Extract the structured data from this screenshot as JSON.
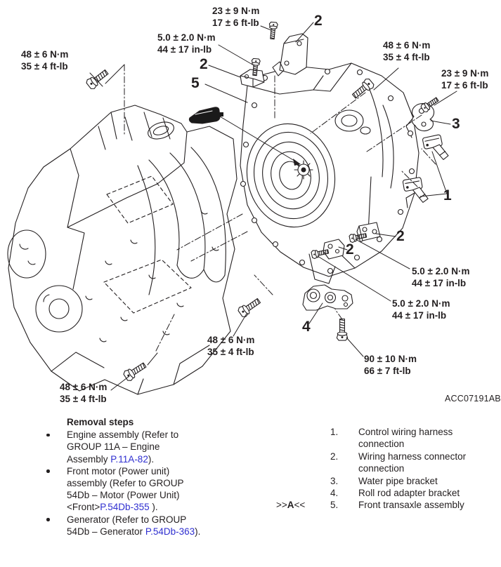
{
  "figure": {
    "code": "ACC07191AB",
    "torque_labels": [
      {
        "id": "top-center",
        "line1": "23 ± 9 N·m",
        "line2": "17 ± 6 ft-lb"
      },
      {
        "id": "upper-left-inner",
        "line1": "5.0 ± 2.0 N·m",
        "line2": "44 ± 17 in-lb"
      },
      {
        "id": "upper-left",
        "line1": "48 ± 6 N·m",
        "line2": "35 ± 4 ft-lb"
      },
      {
        "id": "upper-right",
        "line1": "48 ± 6 N·m",
        "line2": "35 ± 4 ft-lb"
      },
      {
        "id": "right",
        "line1": "23 ± 9 N·m",
        "line2": "17 ± 6 ft-lb"
      },
      {
        "id": "mid-right-upper",
        "line1": "5.0 ± 2.0 N·m",
        "line2": "44 ± 17 in-lb"
      },
      {
        "id": "mid-right-lower",
        "line1": "5.0 ± 2.0 N·m",
        "line2": "44 ± 17 in-lb"
      },
      {
        "id": "bottom-center",
        "line1": "48 ± 6 N·m",
        "line2": "35 ± 4 ft-lb"
      },
      {
        "id": "bottom-right",
        "line1": "90 ± 10 N·m",
        "line2": "66 ± 7 ft-lb"
      },
      {
        "id": "bottom-left",
        "line1": "48 ± 6 N·m",
        "line2": "35 ± 4 ft-lb"
      }
    ],
    "callouts": [
      {
        "n": "2",
        "id": "harness-bracket-top"
      },
      {
        "n": "2",
        "id": "harness-bracket-small"
      },
      {
        "n": "5",
        "id": "front-transaxle-assembly"
      },
      {
        "n": "3",
        "id": "water-pipe-bracket"
      },
      {
        "n": "1",
        "id": "control-wiring-harness"
      },
      {
        "n": "2",
        "id": "connector-bracket-right"
      },
      {
        "n": "2",
        "id": "connector-bracket-left"
      },
      {
        "n": "4",
        "id": "roll-rod-adapter-bracket"
      }
    ]
  },
  "removal": {
    "heading": "Removal steps",
    "steps": [
      {
        "before": "Engine assembly (Refer to GROUP 11A – Engine Assembly ",
        "link": "P.11A-82",
        "after": ")."
      },
      {
        "before": "Front motor (Power unit) assembly (Refer to GROUP 54Db – Motor (Power Unit) <Front>",
        "link": "P.54Db-355",
        "after": " )."
      },
      {
        "before": "Generator (Refer to GROUP 54Db – Generator ",
        "link": "P.54Db-363",
        "after": ")."
      }
    ]
  },
  "legend": {
    "marker": {
      "pre": ">>",
      "letter": "A",
      "post": "<<"
    },
    "items": [
      {
        "num": "1.",
        "text": "Control wiring harness connection"
      },
      {
        "num": "2.",
        "text": "Wiring harness connector connection"
      },
      {
        "num": "3.",
        "text": "Water pipe bracket"
      },
      {
        "num": "4.",
        "text": "Roll rod adapter bracket"
      },
      {
        "num": "5.",
        "text": "Front transaxle assembly"
      }
    ]
  },
  "colors": {
    "line": "#231f20",
    "link": "#2f2fd0",
    "background": "#ffffff"
  }
}
